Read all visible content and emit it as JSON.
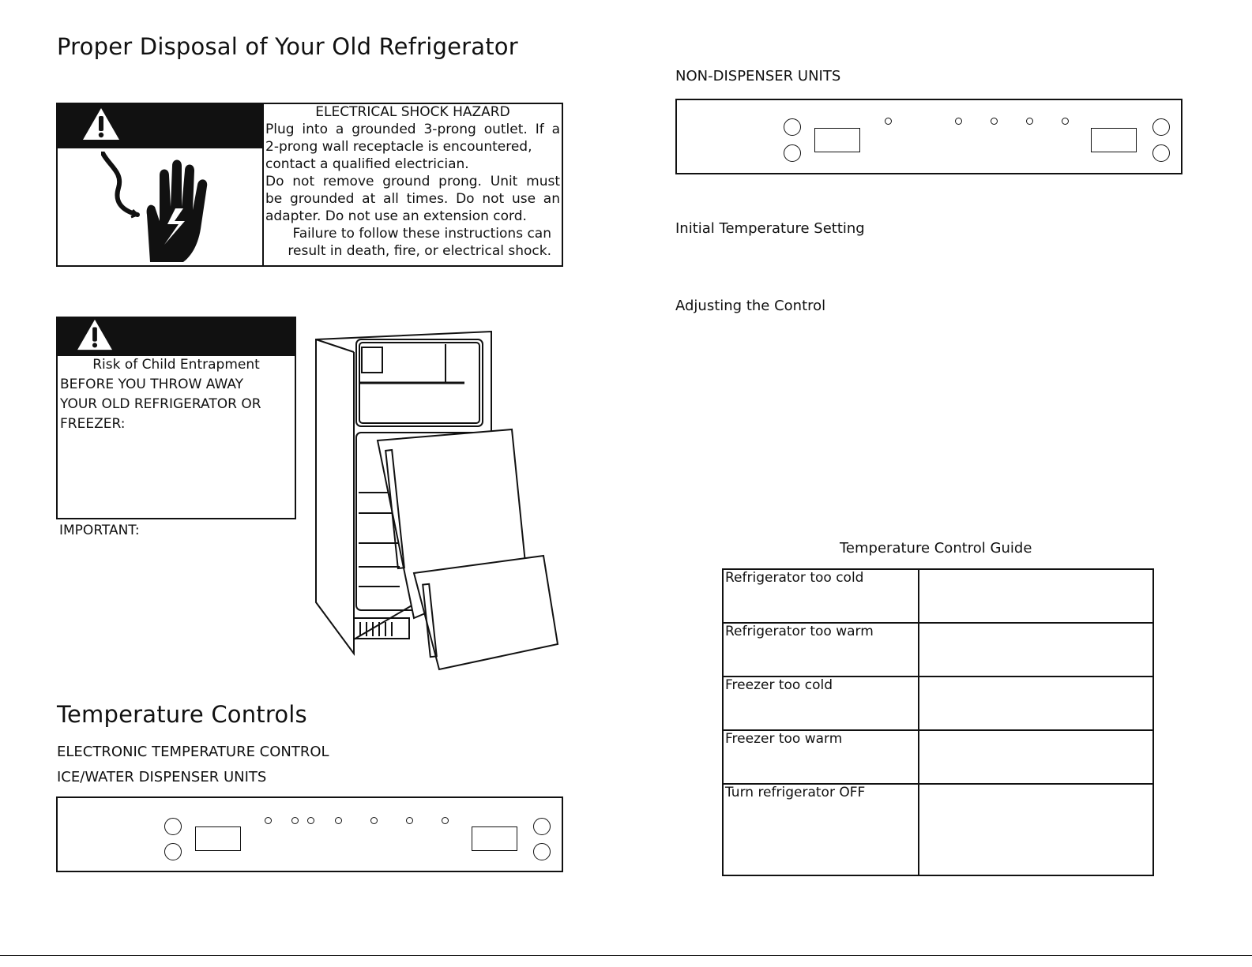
{
  "page": {
    "title": "Proper Disposal of Your Old Refrigerator",
    "temperature_title": "Temperature Controls"
  },
  "shock_warning": {
    "heading": "ELECTRICAL SHOCK HAZARD",
    "lines": [
      "Plug into a grounded 3-prong outlet.  If a",
      "2-prong wall receptacle is encountered,",
      "contact a qualified electrician.",
      "Do not remove ground prong.  Unit must",
      "be grounded at all times.  Do not use an",
      "adapter.  Do not use an extension cord.",
      "Failure to follow these instructions can",
      "result in death, fire, or electrical shock."
    ]
  },
  "entrapment_warning": {
    "heading": "Risk of Child Entrapment",
    "lines": [
      "BEFORE YOU THROW AWAY",
      "YOUR OLD REFRIGERATOR OR",
      "FREEZER:"
    ],
    "important": "IMPORTANT:"
  },
  "controls": {
    "electronic": "ELECTRONIC TEMPERATURE CONTROL",
    "dispenser_units": "ICE/WATER DISPENSER UNITS",
    "non_dispenser_units": "NON-DISPENSER UNITS"
  },
  "right": {
    "initial_setting": "Initial Temperature Setting",
    "adjusting": "Adjusting the Control",
    "guide_title": "Temperature Control Guide",
    "guide_rows": [
      "Refrigerator too cold",
      "Refrigerator too warm",
      "Freezer too cold",
      "Freezer too warm",
      "Turn refrigerator OFF"
    ]
  },
  "icons": [
    "warning-triangle-icon",
    "shock-hand-icon",
    "refrigerator-illustration"
  ]
}
